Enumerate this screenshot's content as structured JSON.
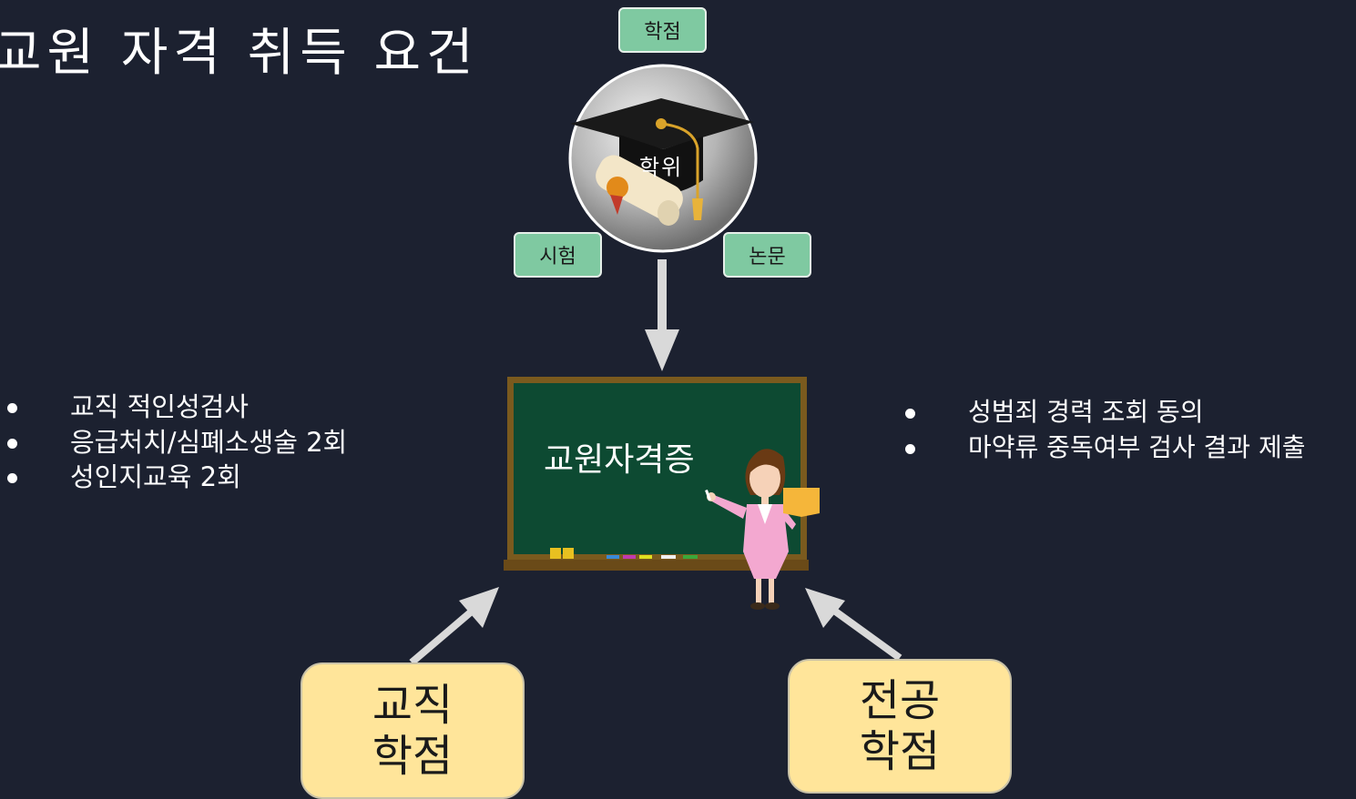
{
  "title": "교원 자격 취득 요건",
  "degree": {
    "center_label": "학위",
    "tags": {
      "top": "학점",
      "left": "시험",
      "right": "논문"
    }
  },
  "board_label": "교원자격증",
  "left_list": [
    "교직 적인성검사",
    "응급처치/심폐소생술 2회",
    "성인지교육 2회"
  ],
  "right_list": [
    "성범죄 경력 조회 동의",
    "마약류 중독여부 검사 결과 제출"
  ],
  "boxes": {
    "left": {
      "line1": "교직",
      "line2": "학점"
    },
    "right": {
      "line1": "전공",
      "line2": "학점"
    }
  },
  "colors": {
    "background": "#1c2130",
    "tag_fill": "#7fc9a1",
    "box_fill": "#ffe59a",
    "board_fill": "#0d4a32",
    "arrow": "#d9d9d9"
  }
}
